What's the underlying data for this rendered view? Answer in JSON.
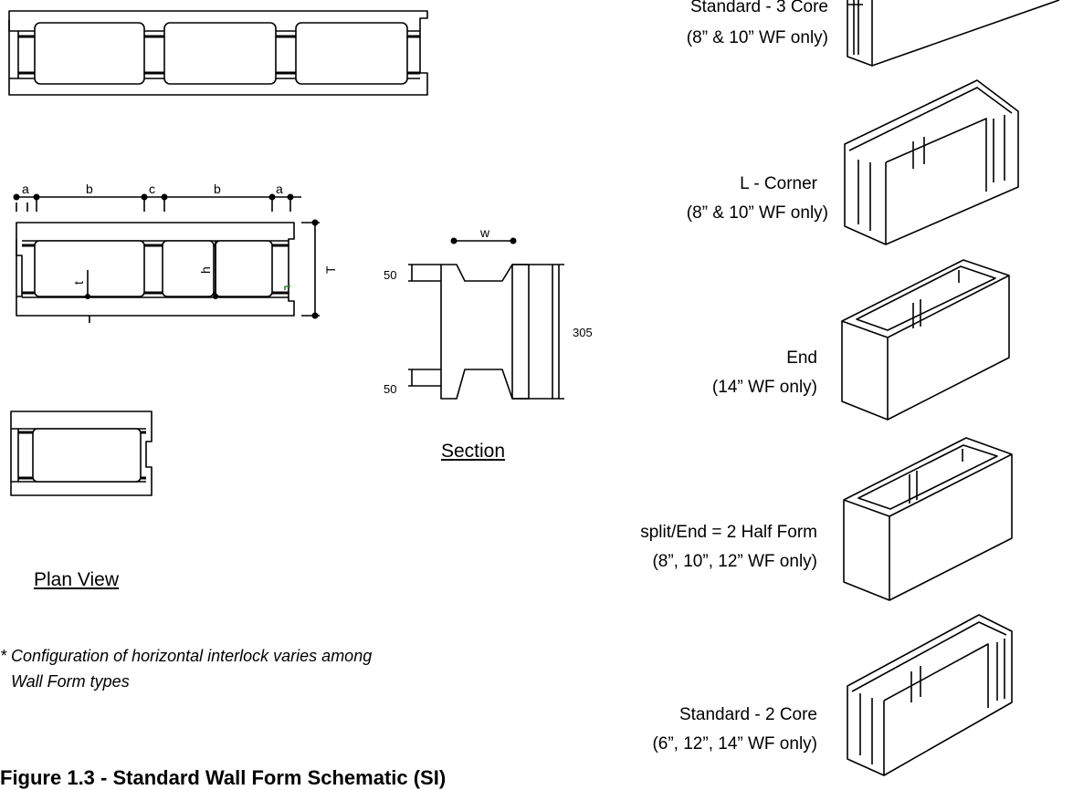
{
  "forms": [
    {
      "name": "Standard - 3 Core",
      "note": "(8” & 10” WF only)"
    },
    {
      "name": "L - Corner",
      "note": "(8” & 10” WF only)"
    },
    {
      "name": "End",
      "note": "(14” WF only)"
    },
    {
      "name": "split/End = 2 Half Form",
      "note": "(8”, 10”, 12” WF only)"
    },
    {
      "name": "Standard - 2 Core",
      "note": "(6”, 12”, 14” WF only)"
    }
  ],
  "views": {
    "plan": "Plan View",
    "section": "Section"
  },
  "dimensions": {
    "a": "a",
    "b": "b",
    "c": "c",
    "h": "h",
    "t": "t",
    "T": "T",
    "w": "w",
    "top_flange": "50",
    "bottom_flange": "50",
    "height": "305"
  },
  "footnote": {
    "line1": "* Configuration of horizontal interlock varies among",
    "line2": "Wall Form types"
  },
  "figure_title": "Figure 1.3 - Standard Wall Form Schematic (SI)"
}
